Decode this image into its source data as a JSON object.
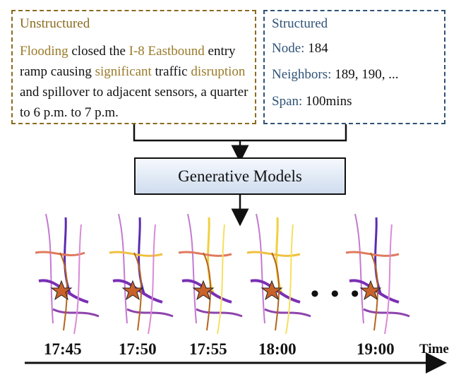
{
  "unstructured": {
    "title": "Unstructured",
    "segments": [
      {
        "text": "Flooding",
        "highlight": true
      },
      {
        "text": " closed the ",
        "highlight": false
      },
      {
        "text": "I-8 Eastbound",
        "highlight": true
      },
      {
        "text": " entry ramp causing ",
        "highlight": false
      },
      {
        "text": "significant",
        "highlight": true
      },
      {
        "text": " traffic ",
        "highlight": false
      },
      {
        "text": "disruption",
        "highlight": true
      },
      {
        "text": " and spillover to adjacent sensors, a quarter to 6 p.m. to 7 p.m.",
        "highlight": false
      }
    ]
  },
  "structured": {
    "title": "Structured",
    "node_key": "Node:",
    "node_val": " 184",
    "neighbors_key": "Neighbors:",
    "neighbors_val": " 189, 190,  ...",
    "span_key": "Span:",
    "span_val": " 100mins"
  },
  "model_label": "Generative Models",
  "timeline": {
    "axis_label": "Time",
    "times": [
      "17:45",
      "17:50",
      "17:55",
      "18:00",
      "19:00"
    ],
    "ellipsis": "• • •"
  },
  "colors": {
    "unstructured_border": "#8a6b1e",
    "structured_border": "#2f5277",
    "highlight": "#9a7a2a",
    "star": "#c8622a"
  }
}
